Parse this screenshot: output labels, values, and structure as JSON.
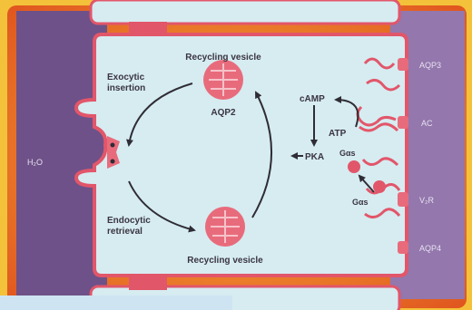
{
  "labels": {
    "recycling_vesicle_top": "Recycling vesicle",
    "aqp2": "AQP2",
    "exocytic_line1": "Exocytic",
    "exocytic_line2": "insertion",
    "endocytic_line1": "Endocytic",
    "endocytic_line2": "retrieval",
    "recycling_vesicle_bottom": "Recycling vesicle",
    "camp": "cAMP",
    "atp": "ATP",
    "pka": "PKA",
    "gas_top": "Gαs",
    "gas_bottom": "Gαs",
    "aqp3": "AQP3",
    "ac": "AC",
    "v2r": "V₂R",
    "aqp4": "AQP4",
    "h2o": "H₂O"
  },
  "colors": {
    "frame_outer": "#f4c23a",
    "frame_inner": "#e0561f",
    "cell_fill": "#d6ecf1",
    "membrane": "#e2566a",
    "interstitium": "#7b5c93",
    "protein": "#e86b7c",
    "arrow": "#2f2c35"
  }
}
